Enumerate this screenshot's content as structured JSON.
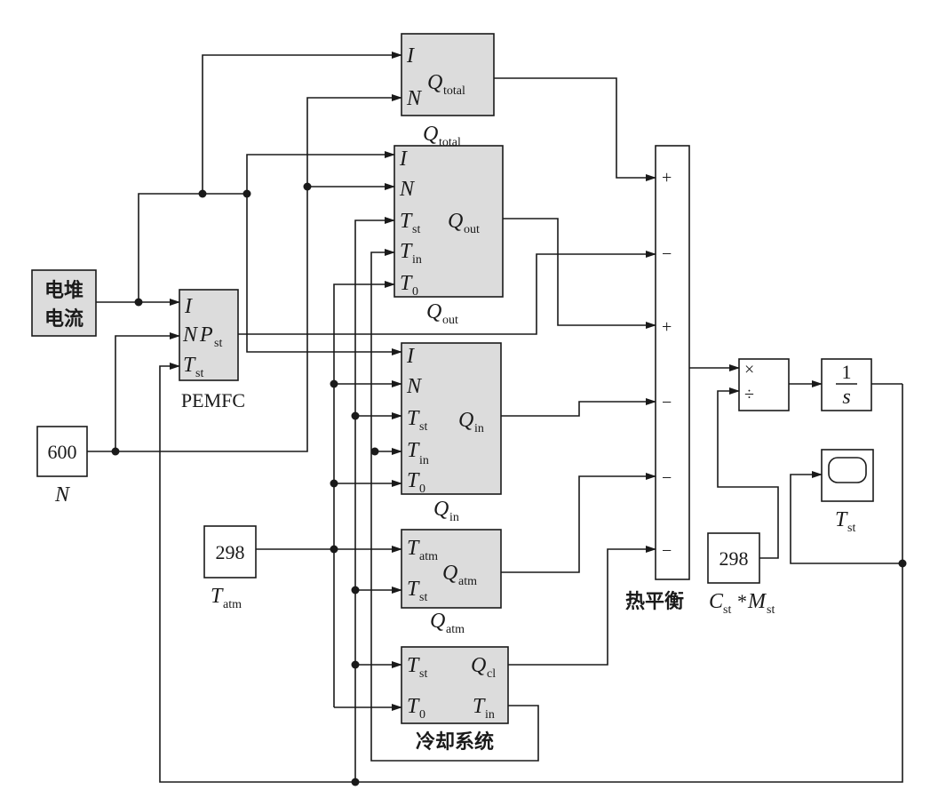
{
  "blocks": {
    "stack_current": {
      "line1": "电堆",
      "line2": "电流"
    },
    "pemfc": {
      "name": "PEMFC",
      "ports_in": [
        "I",
        "N",
        "T"
      ],
      "in_sub": "st",
      "out": "P",
      "out_sub": "st"
    },
    "const_n": {
      "value": "600",
      "label": "N"
    },
    "const_tatm": {
      "value": "298",
      "label": "T",
      "label_sub": "atm"
    },
    "const_cm": {
      "value": "298",
      "label_a": "C",
      "sub_a": "st",
      "star": "*",
      "label_b": "M",
      "sub_b": "st"
    },
    "q_total": {
      "name": "Q",
      "name_sub": "total",
      "in": [
        "I",
        "N"
      ],
      "out": "Q",
      "out_sub": "total"
    },
    "q_out": {
      "name": "Q",
      "name_sub": "out",
      "in": [
        "I",
        "N",
        "T",
        "T",
        "T"
      ],
      "in_subs": [
        "",
        "",
        "st",
        "in",
        "0"
      ],
      "out": "Q",
      "out_sub": "out"
    },
    "q_in": {
      "name": "Q",
      "name_sub": "in",
      "in": [
        "I",
        "N",
        "T",
        "T",
        "T"
      ],
      "in_subs": [
        "",
        "",
        "st",
        "in",
        "0"
      ],
      "out": "Q",
      "out_sub": "in"
    },
    "q_atm": {
      "name": "Q",
      "name_sub": "atm",
      "in": [
        "T",
        "T"
      ],
      "in_subs": [
        "atm",
        "st"
      ],
      "out": "Q",
      "out_sub": "atm"
    },
    "cooling": {
      "name": "冷却系统",
      "in": [
        "T",
        "T"
      ],
      "in_subs": [
        "st",
        "0"
      ],
      "out1": "Q",
      "out1_sub": "cl",
      "out2": "T",
      "out2_sub": "in"
    },
    "heat_balance": {
      "name": "热平衡",
      "signs": [
        "+",
        "−",
        "+",
        "−",
        "−",
        "−"
      ]
    },
    "product": {
      "ops": [
        "×",
        "÷"
      ]
    },
    "integrator": {
      "num": "1",
      "den": "s"
    },
    "scope": {
      "label": "T",
      "label_sub": "st"
    }
  },
  "colors": {
    "block_fill": "#dcdcdc",
    "line": "#1a1a1a"
  }
}
